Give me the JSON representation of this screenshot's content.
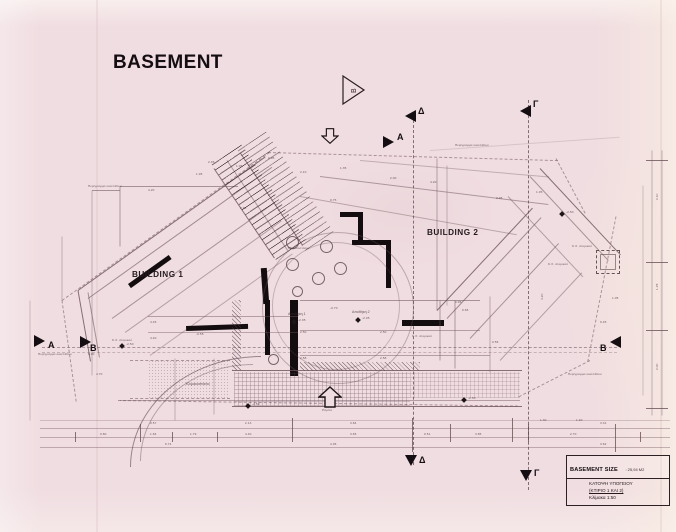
{
  "sheet": {
    "kind": "architectural-floor-plan-scan",
    "paper_color": "#f0dde1",
    "ink_color": "#3a2b30",
    "title": "BASEMENT"
  },
  "labels": {
    "building_1": "BUILDING 1",
    "building_2": "BUILDING 2"
  },
  "section_markers": [
    {
      "id": "A-top",
      "label": "A",
      "dir": "right"
    },
    {
      "id": "A-left",
      "label": "A",
      "dir": "right"
    },
    {
      "id": "B-left",
      "label": "B",
      "dir": "right"
    },
    {
      "id": "B-right",
      "label": "B",
      "dir": "left"
    },
    {
      "id": "D-top",
      "label": "Δ",
      "dir": "left"
    },
    {
      "id": "D-top-2",
      "label": "Δ",
      "dir": "left"
    },
    {
      "id": "D-bottom",
      "label": "Δ",
      "dir": "left"
    },
    {
      "id": "G-top",
      "label": "Γ",
      "dir": "left"
    },
    {
      "id": "G-bottom",
      "label": "Γ",
      "dir": "left"
    }
  ],
  "north_arrow": {
    "name": "north-arrow",
    "glyph": "B"
  },
  "titleblock": {
    "heading": "BASEMENT SIZE",
    "area": ": 25,94 M2",
    "line1": "ΚΑΤΟΨΗ ΥΠΟΓΕΙΟΥ",
    "line2": "(ΚΤΙΡΙΟ 1 ΚΑΙ 2)",
    "line3": "Κλίμακα 1:50"
  },
  "rooms": [
    {
      "name": "storage-1",
      "label": "Αποθήκη 1",
      "level": "-2.05"
    },
    {
      "name": "storage-2",
      "label": "Αποθήκη 2",
      "level": "-2.05"
    },
    {
      "name": "stairwell",
      "label": "Κλιμακοστάσιο"
    },
    {
      "name": "machine-room",
      "label": "Μηχανοστάσιο"
    }
  ],
  "annotations": [
    {
      "name": "note-left-upper",
      "text": "Περίγραμμα οικοπέδου"
    },
    {
      "name": "note-left-lower",
      "text": "Περίγραμμα οικοπέδου"
    },
    {
      "name": "note-top-right",
      "text": "Περίγραμμα οικοπέδου"
    },
    {
      "name": "note-bottom-right",
      "text": "Περίγραμμα οικοπέδου"
    },
    {
      "name": "note-kx-1",
      "text": "Κ.Χ. ατομικού"
    },
    {
      "name": "note-kx-2",
      "text": "Κ.Χ. ατομικού"
    },
    {
      "name": "note-kx-3",
      "text": "Κ.Χ. ατομικού"
    },
    {
      "name": "note-kx-4",
      "text": "Κ.Χ. ατομικού"
    },
    {
      "name": "note-ramp",
      "text": "Ράμπα"
    }
  ],
  "levels": [
    "-2.05",
    "-2.05",
    "-2.50",
    "-2.50",
    "-2.50",
    "-2.50",
    "-0.70",
    "-0.55",
    "+0.00",
    "-3.00",
    "-4.05",
    "-4.40"
  ],
  "dimensions": {
    "bottom_row_1": [
      "0.57",
      "2.13",
      "3.84",
      "3.31"
    ],
    "bottom_row_2": [
      "0.80",
      "1.84",
      "1.79",
      "4.40",
      "3.65",
      "0.51",
      "3.85",
      "2.70"
    ],
    "bottom_row_3": [
      "6.74",
      "3.62",
      "4.36",
      "3.71"
    ],
    "top_row": [
      "1.10",
      "2.05",
      "1.95",
      "2.20",
      "1.40"
    ],
    "right_col": [
      "2.10",
      "1.25",
      "2.00",
      "4.20",
      "2.65"
    ],
    "left_col": [
      "4.45",
      "4.40",
      "0.58",
      "2.58"
    ],
    "inner": [
      "4.45",
      "4.40",
      "2.50",
      "2.50",
      "2.58",
      "2.58",
      "1.30",
      "1.40",
      "4.20",
      "0.95",
      "0.55",
      "2.95",
      "0.75",
      "1.95"
    ]
  }
}
